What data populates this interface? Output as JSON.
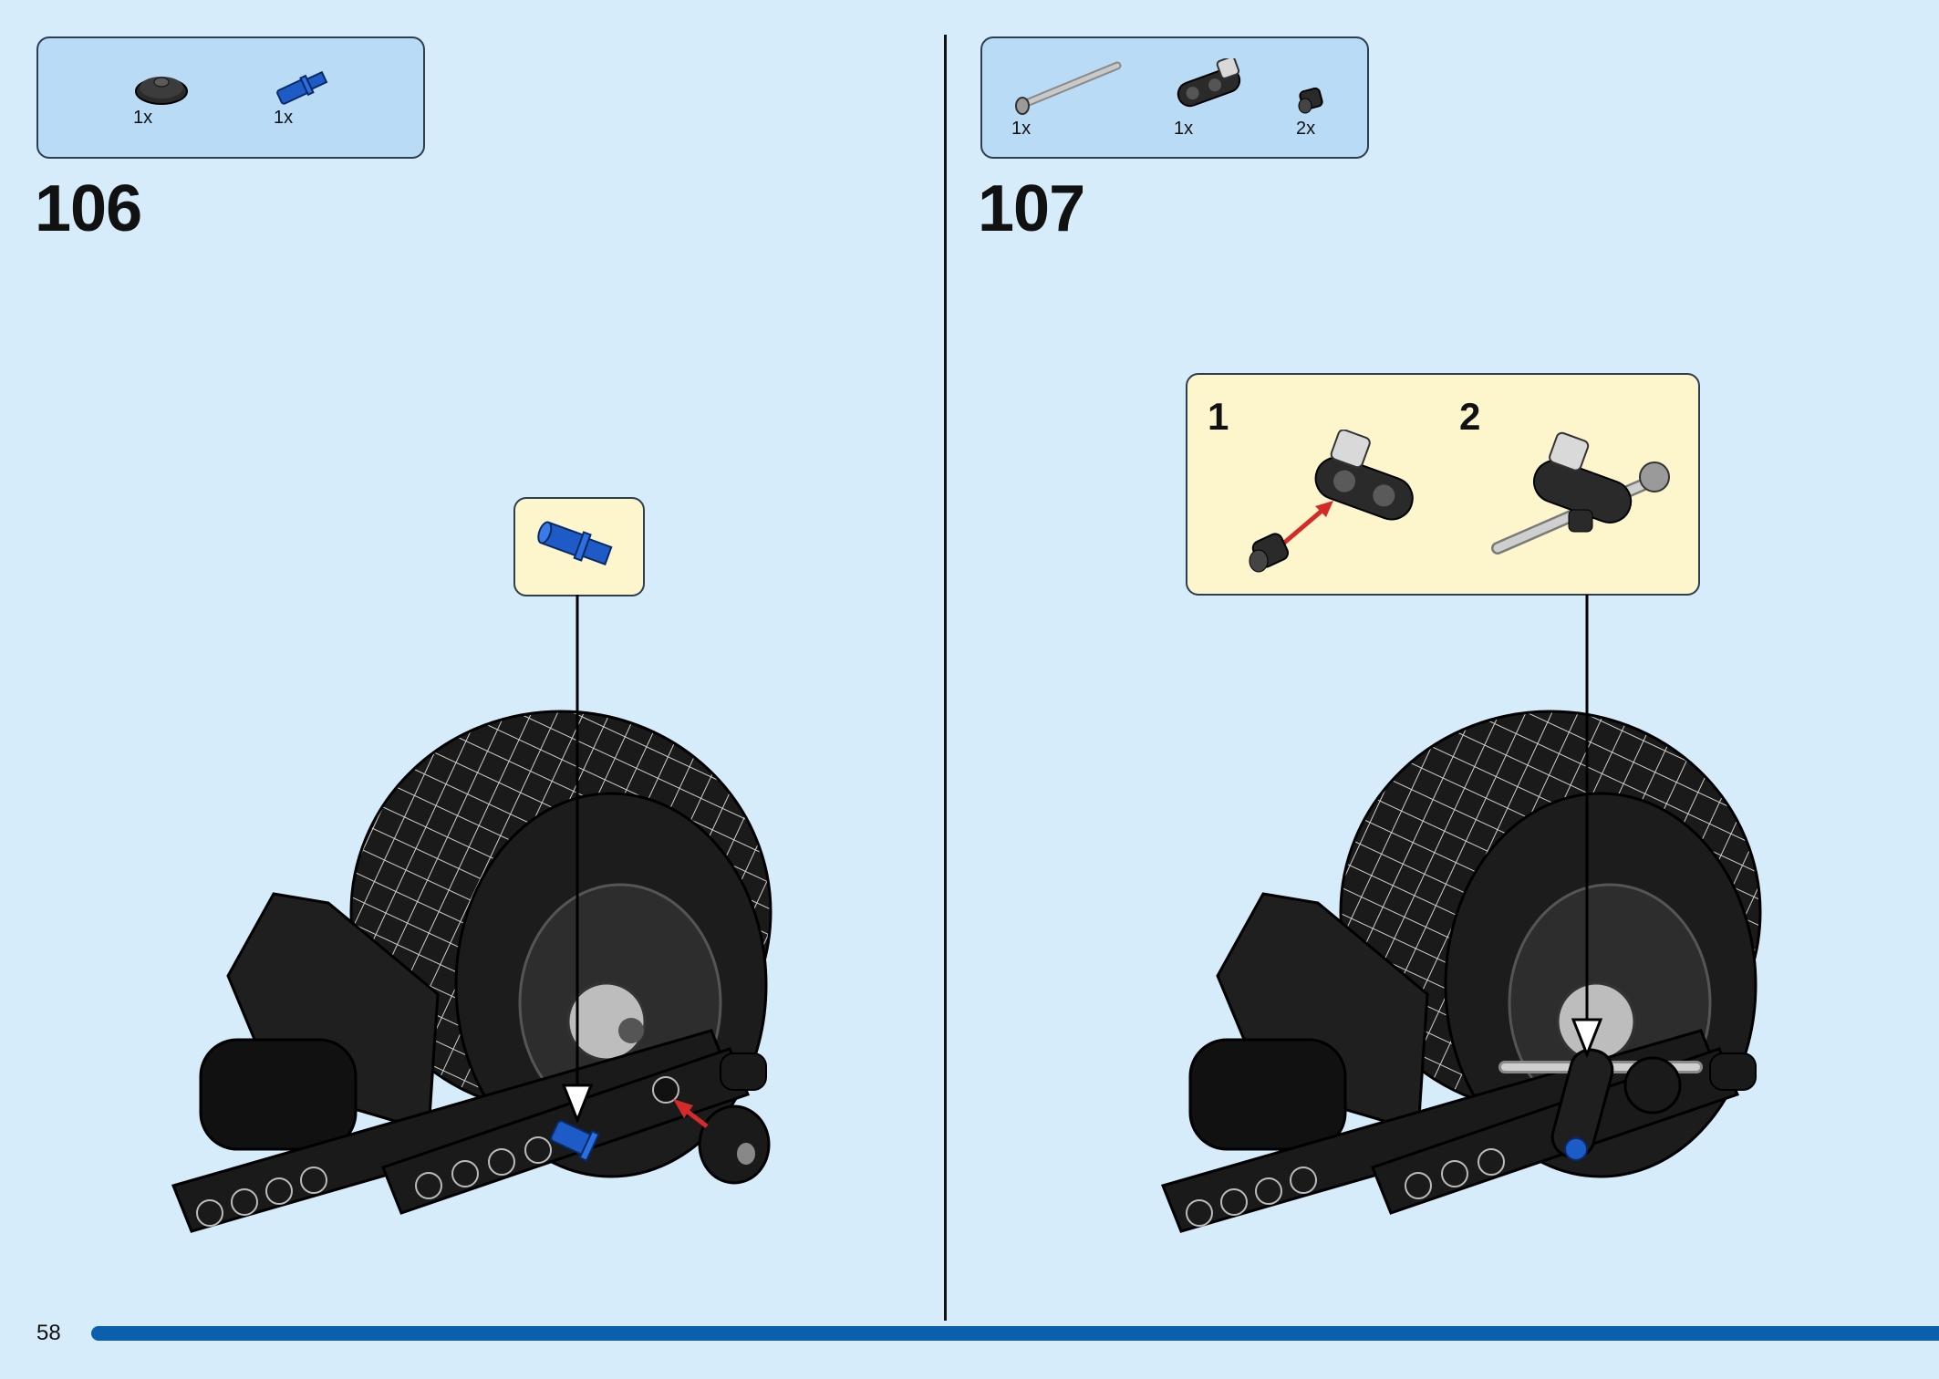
{
  "page": {
    "number": "58",
    "progress_pct": 100
  },
  "steps": [
    {
      "number": "106",
      "parts": [
        {
          "qty": "1x",
          "icon": "dark-gray-round-plate-icon"
        },
        {
          "qty": "1x",
          "icon": "blue-axle-pin-icon"
        }
      ],
      "callout_part": "blue-axle-pin-icon"
    },
    {
      "number": "107",
      "parts": [
        {
          "qty": "1x",
          "icon": "gray-axle-with-stop-icon"
        },
        {
          "qty": "1x",
          "icon": "black-beam-connector-icon"
        },
        {
          "qty": "2x",
          "icon": "black-bush-icon"
        }
      ],
      "substeps": [
        {
          "number": "1"
        },
        {
          "number": "2"
        }
      ]
    }
  ],
  "colors": {
    "background": "#d6ecfb",
    "parts_box": "#b9dbf5",
    "callout": "#fdf5cc",
    "progress": "#0b5fad",
    "arrow": "#d42a2a",
    "brick_blue": "#1e5bc6"
  }
}
